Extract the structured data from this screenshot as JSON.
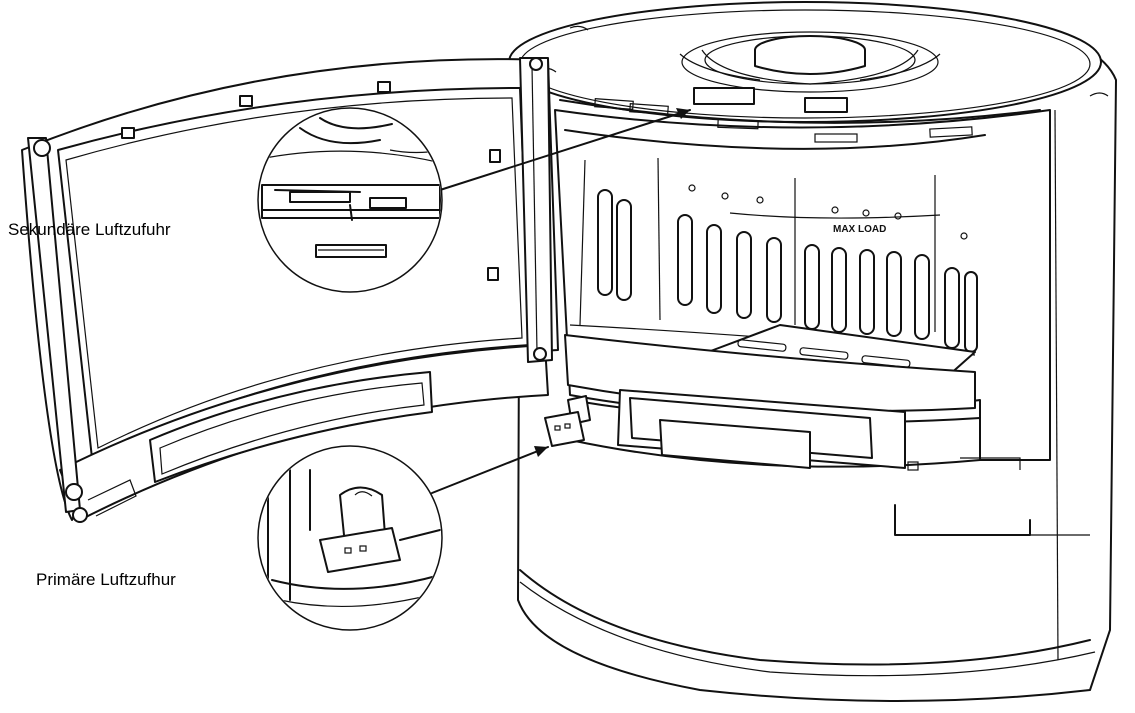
{
  "labels": {
    "secondary_air": "Sekundäre Luftzufuhr",
    "primary_air": "Primäre Luftzufhur"
  },
  "stove": {
    "max_load_marking": "MAX LOAD"
  }
}
